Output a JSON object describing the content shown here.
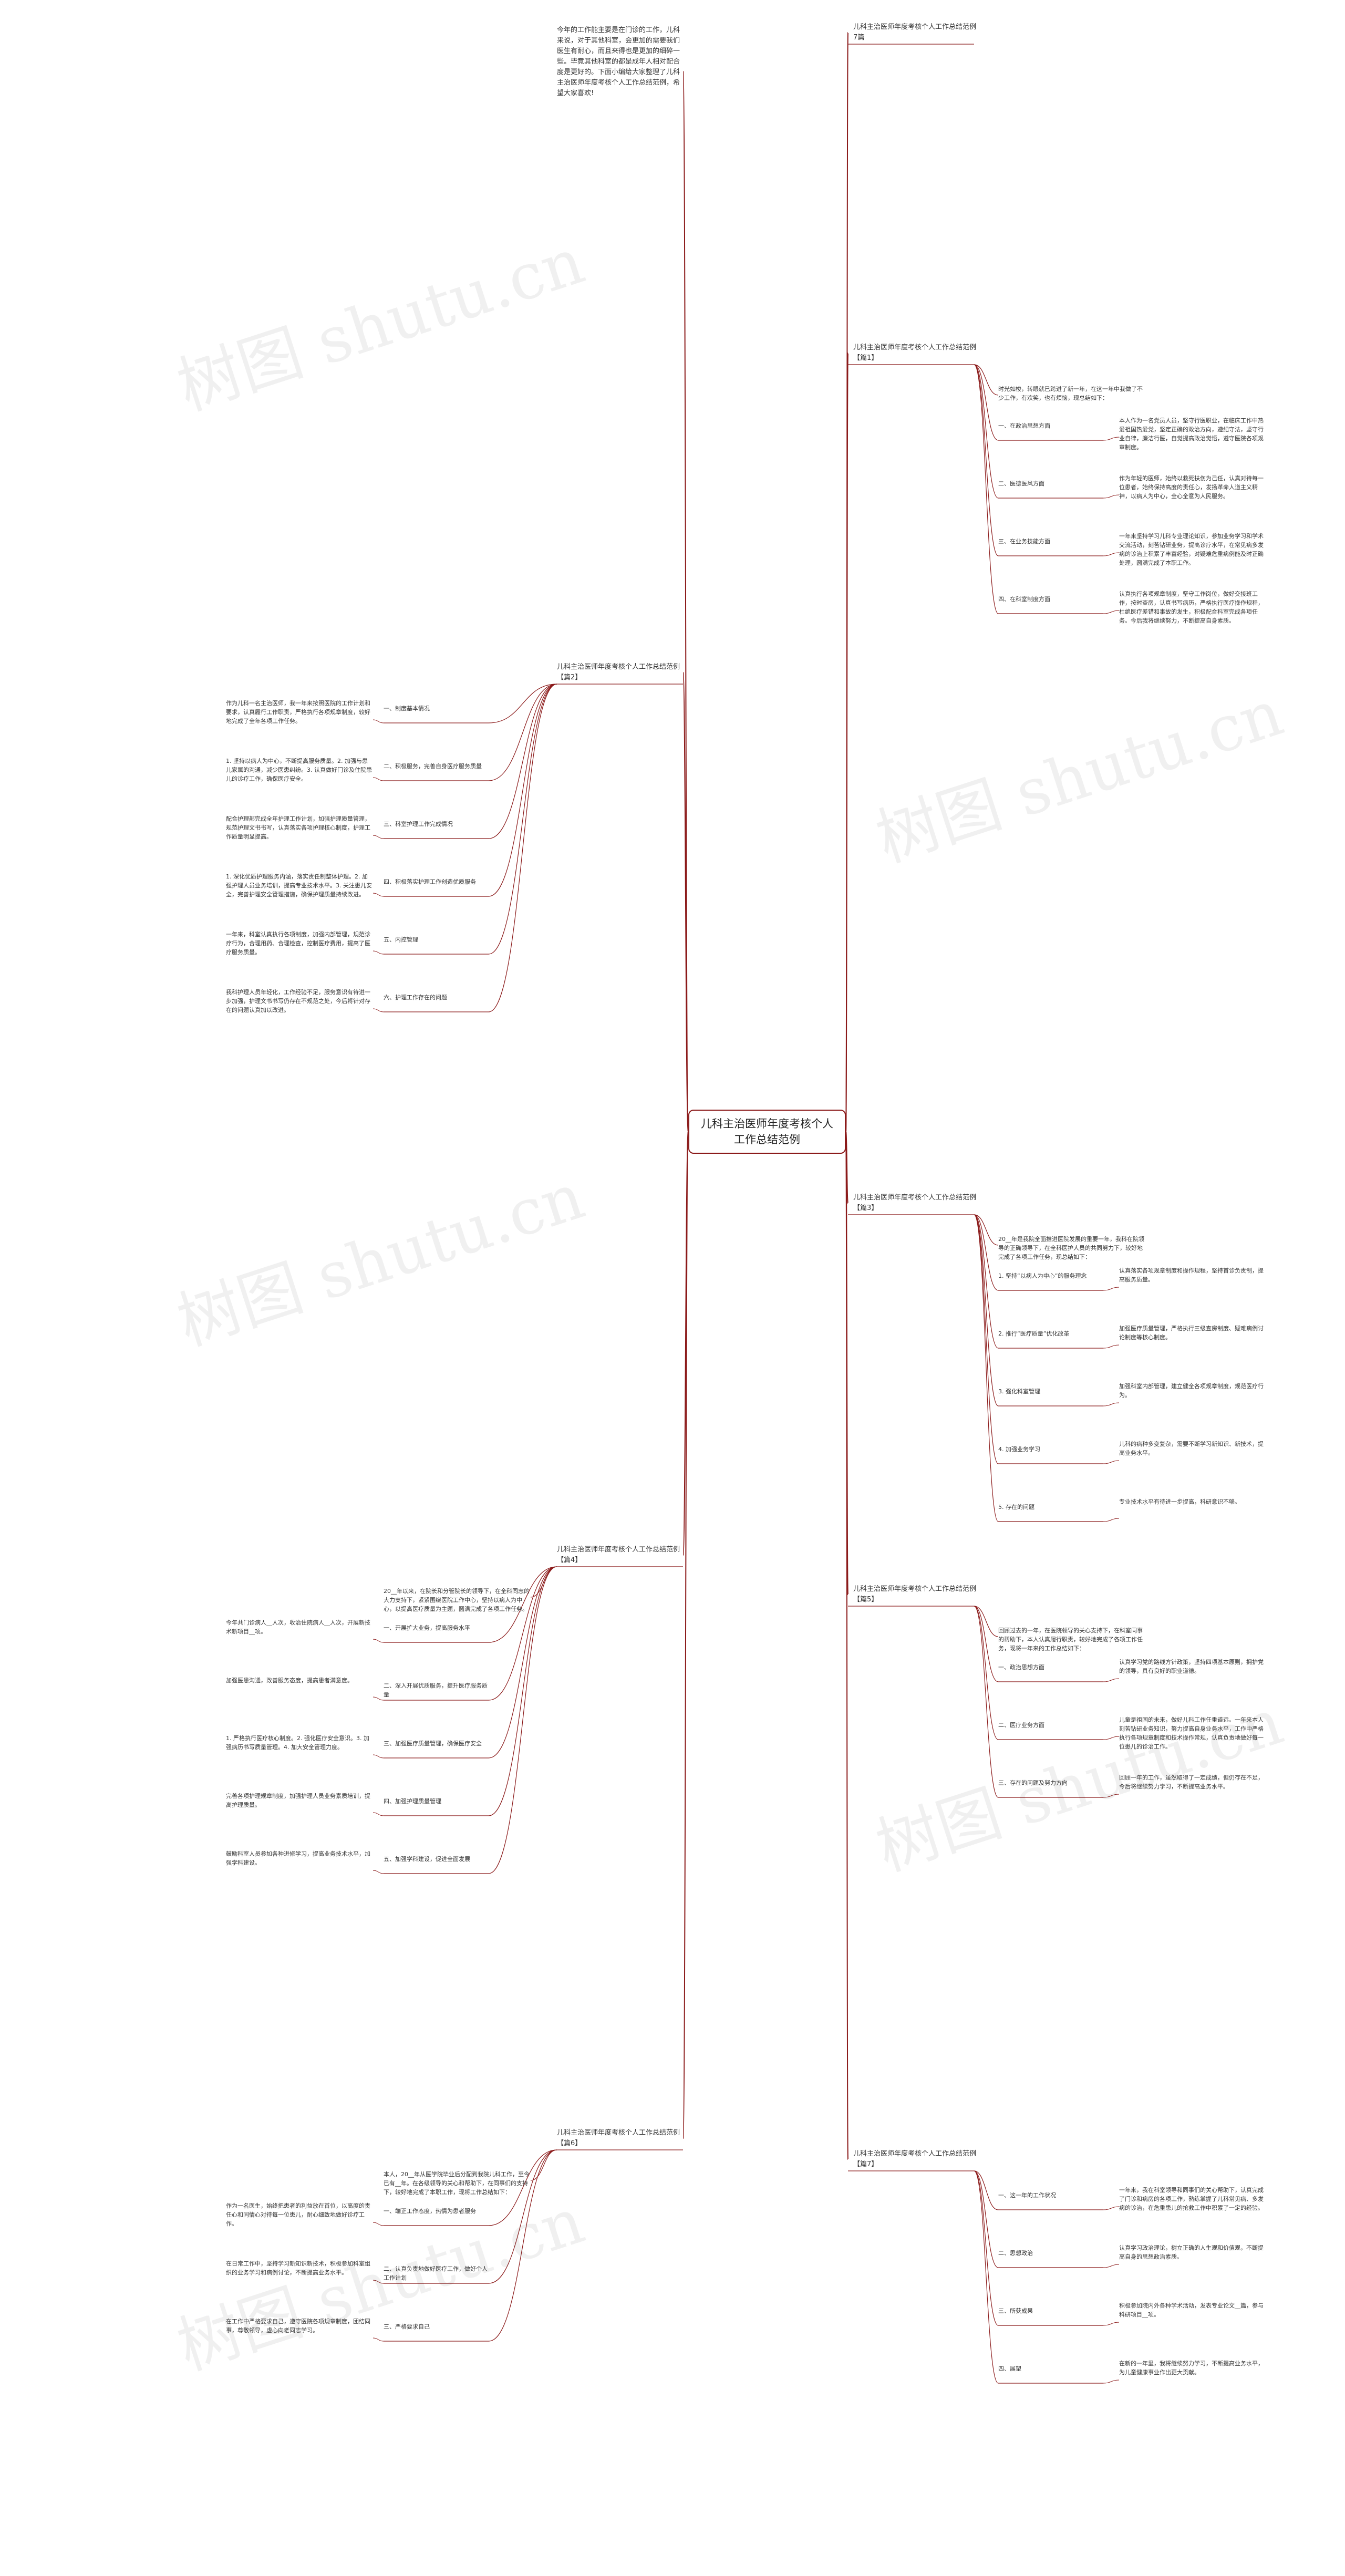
{
  "root": "儿科主治医师年度考核个人工作总结范例",
  "line_color": "#8b1a1a",
  "intro": "今年的工作能主要是在门诊的工作，儿科来说，对于其他科室，会更加的需要我们医生有耐心，而且来得也是更加的细碎一些。毕竟其他科室的都是成年人相对配合度是更好的。下面小编给大家整理了儿科主治医师年度考核个人工作总结范例，希望大家喜欢!",
  "branches": [
    {
      "title": "儿科主治医师年度考核个人工作总结范例7篇",
      "side": "right"
    },
    {
      "title": "儿科主治医师年度考核个人工作总结范例【篇1】",
      "side": "right",
      "intro": "时光如梭，转眼就已跨进了新一年，在这一年中我做了不少工作，有欢笑，也有烦恼，现总结如下：",
      "children": [
        {
          "title": "一、在政治思想方面",
          "text": "本人作为一名党员人员，坚守行医职业，在临床工作中热爱祖国热爱党，坚定正确的政治方向，遵纪守法，坚守行业自律，廉洁行医，自觉提高政治觉悟，遵守医院各项规章制度。"
        },
        {
          "title": "二、医德医风方面",
          "text": "作为年轻的医师，始终以救死扶伤为己任，认真对待每一位患者，始终保持高度的责任心，发扬革命人道主义精神，以病人为中心，全心全意为人民服务。"
        },
        {
          "title": "三、在业务技能方面",
          "text": "一年来坚持学习儿科专业理论知识，参加业务学习和学术交流活动，刻苦钻研业务，提高诊疗水平，在常见病多发病的诊治上积累了丰富经验，对疑难危重病例能及时正确处理，圆满完成了本职工作。"
        },
        {
          "title": "四、在科室制度方面",
          "text": "认真执行各项规章制度，坚守工作岗位，做好交接班工作，按时查房，认真书写病历，严格执行医疗操作规程，杜绝医疗差错和事故的发生，积极配合科室完成各项任务。今后我将继续努力，不断提高自身素质。"
        }
      ]
    },
    {
      "title": "儿科主治医师年度考核个人工作总结范例【篇2】",
      "side": "left",
      "children": [
        {
          "title": "一、制度基本情况",
          "text": "作为儿科一名主治医师，我一年来按照医院的工作计划和要求，认真履行工作职责，严格执行各项规章制度，较好地完成了全年各项工作任务。"
        },
        {
          "title": "二、积极服务，完善自身医疗服务质量",
          "text": "1. 坚持以病人为中心，不断提高服务质量。2. 加强与患儿家属的沟通，减少医患纠纷。3. 认真做好门诊及住院患儿的诊疗工作，确保医疗安全。"
        },
        {
          "title": "三、科室护理工作完成情况",
          "text": "配合护理部完成全年护理工作计划，加强护理质量管理，规范护理文书书写，认真落实各项护理核心制度，护理工作质量明显提高。"
        },
        {
          "title": "四、积极落实护理工作创造优质服务",
          "text": "1. 深化优质护理服务内涵，落实责任制整体护理。2. 加强护理人员业务培训，提高专业技术水平。3. 关注患儿安全，完善护理安全管理措施，确保护理质量持续改进。"
        },
        {
          "title": "五、内控管理",
          "text": "一年来，科室认真执行各项制度，加强内部管理，规范诊疗行为，合理用药、合理检查，控制医疗费用，提高了医疗服务质量。"
        },
        {
          "title": "六、护理工作存在的问题",
          "text": "我科护理人员年轻化，工作经验不足，服务意识有待进一步加强，护理文书书写仍存在不规范之处，今后将针对存在的问题认真加以改进。"
        }
      ]
    },
    {
      "title": "儿科主治医师年度考核个人工作总结范例【篇3】",
      "side": "right",
      "intro": "20__年是我院全面推进医院发展的重要一年，我科在院领导的正确领导下，在全科医护人员的共同努力下，较好地完成了各项工作任务，现总结如下：",
      "children": [
        {
          "title": "1. 坚持“以病人为中心”的服务理念",
          "text": "认真落实各项规章制度和操作规程，坚持首诊负责制，提高服务质量。"
        },
        {
          "title": "2. 推行“医疗质量”优化改革",
          "text": "加强医疗质量管理，严格执行三级查房制度、疑难病例讨论制度等核心制度。"
        },
        {
          "title": "3. 强化科室管理",
          "text": "加强科室内部管理，建立健全各项规章制度，规范医疗行为。"
        },
        {
          "title": "4. 加强业务学习",
          "text": "儿科的病种多变复杂，需要不断学习新知识、新技术，提高业务水平。"
        },
        {
          "title": "5. 存在的问题",
          "text": "专业技术水平有待进一步提高，科研意识不够。"
        }
      ]
    },
    {
      "title": "儿科主治医师年度考核个人工作总结范例【篇4】",
      "side": "left",
      "intro": "20__年以来，在院长和分管院长的领导下，在全科同志的大力支持下，紧紧围绕医院工作中心，坚持以病人为中心，以提高医疗质量为主题，圆满完成了各项工作任务。",
      "children": [
        {
          "title": "一、开展扩大业务，提高服务水平",
          "text": "今年共门诊病人__人次，收治住院病人__人次，开展新技术新项目__项。"
        },
        {
          "title": "二、深入开展优质服务，提升医疗服务质量",
          "text": "加强医患沟通，改善服务态度，提高患者满意度。"
        },
        {
          "title": "三、加强医疗质量管理，确保医疗安全",
          "text": "1. 严格执行医疗核心制度。2. 强化医疗安全意识。3. 加强病历书写质量管理。4. 加大安全管理力度。"
        },
        {
          "title": "四、加强护理质量管理",
          "text": "完善各项护理规章制度，加强护理人员业务素质培训，提高护理质量。"
        },
        {
          "title": "五、加强学科建设，促进全面发展",
          "text": "鼓励科室人员参加各种进修学习，提高业务技术水平，加强学科建设。"
        }
      ]
    },
    {
      "title": "儿科主治医师年度考核个人工作总结范例【篇5】",
      "side": "right",
      "intro": "回顾过去的一年，在医院领导的关心支持下，在科室同事的帮助下，本人认真履行职责，较好地完成了各项工作任务，现将一年来的工作总结如下：",
      "children": [
        {
          "title": "一、政治思想方面",
          "text": "认真学习党的路线方针政策，坚持四项基本原则，拥护党的领导，具有良好的职业道德。"
        },
        {
          "title": "二、医疗业务方面",
          "text": "儿童是祖国的未来，做好儿科工作任重道远。一年来本人刻苦钻研业务知识，努力提高自身业务水平，工作中严格执行各项规章制度和技术操作常规，认真负责地做好每一位患儿的诊治工作。"
        },
        {
          "title": "三、存在的问题及努力方向",
          "text": "回顾一年的工作，虽然取得了一定成绩，但仍存在不足，今后将继续努力学习，不断提高业务水平。"
        }
      ]
    },
    {
      "title": "儿科主治医师年度考核个人工作总结范例【篇6】",
      "side": "left",
      "intro": "本人，20__年从医学院毕业后分配到我院儿科工作，至今已有__年。在各级领导的关心和帮助下，在同事们的支持下，较好地完成了本职工作，现将工作总结如下：",
      "children": [
        {
          "title": "一、端正工作态度，热情为患者服务",
          "text": "作为一名医生，始终把患者的利益放在首位，以高度的责任心和同情心对待每一位患儿，耐心细致地做好诊疗工作。"
        },
        {
          "title": "二、认真负责地做好医疗工作，做好个人工作计划",
          "text": "在日常工作中，坚持学习新知识新技术，积极参加科室组织的业务学习和病例讨论，不断提高业务水平。"
        },
        {
          "title": "三、严格要求自己",
          "text": "在工作中严格要求自己，遵守医院各项规章制度，团结同事，尊敬领导，虚心向老同志学习。"
        }
      ]
    },
    {
      "title": "儿科主治医师年度考核个人工作总结范例【篇7】",
      "side": "right",
      "children": [
        {
          "title": "一、这一年的工作状况",
          "text": "一年来，我在科室领导和同事们的关心帮助下，认真完成了门诊和病房的各项工作，熟练掌握了儿科常见病、多发病的诊治，在危重患儿的抢救工作中积累了一定的经验。"
        },
        {
          "title": "二、思想政治",
          "text": "认真学习政治理论，树立正确的人生观和价值观，不断提高自身的思想政治素质。"
        },
        {
          "title": "三、所获成果",
          "text": "积极参加院内外各种学术活动，发表专业论文__篇，参与科研项目__项。"
        },
        {
          "title": "四、展望",
          "text": "在新的一年里，我将继续努力学习，不断提高业务水平，为儿童健康事业作出更大贡献。"
        }
      ]
    }
  ]
}
